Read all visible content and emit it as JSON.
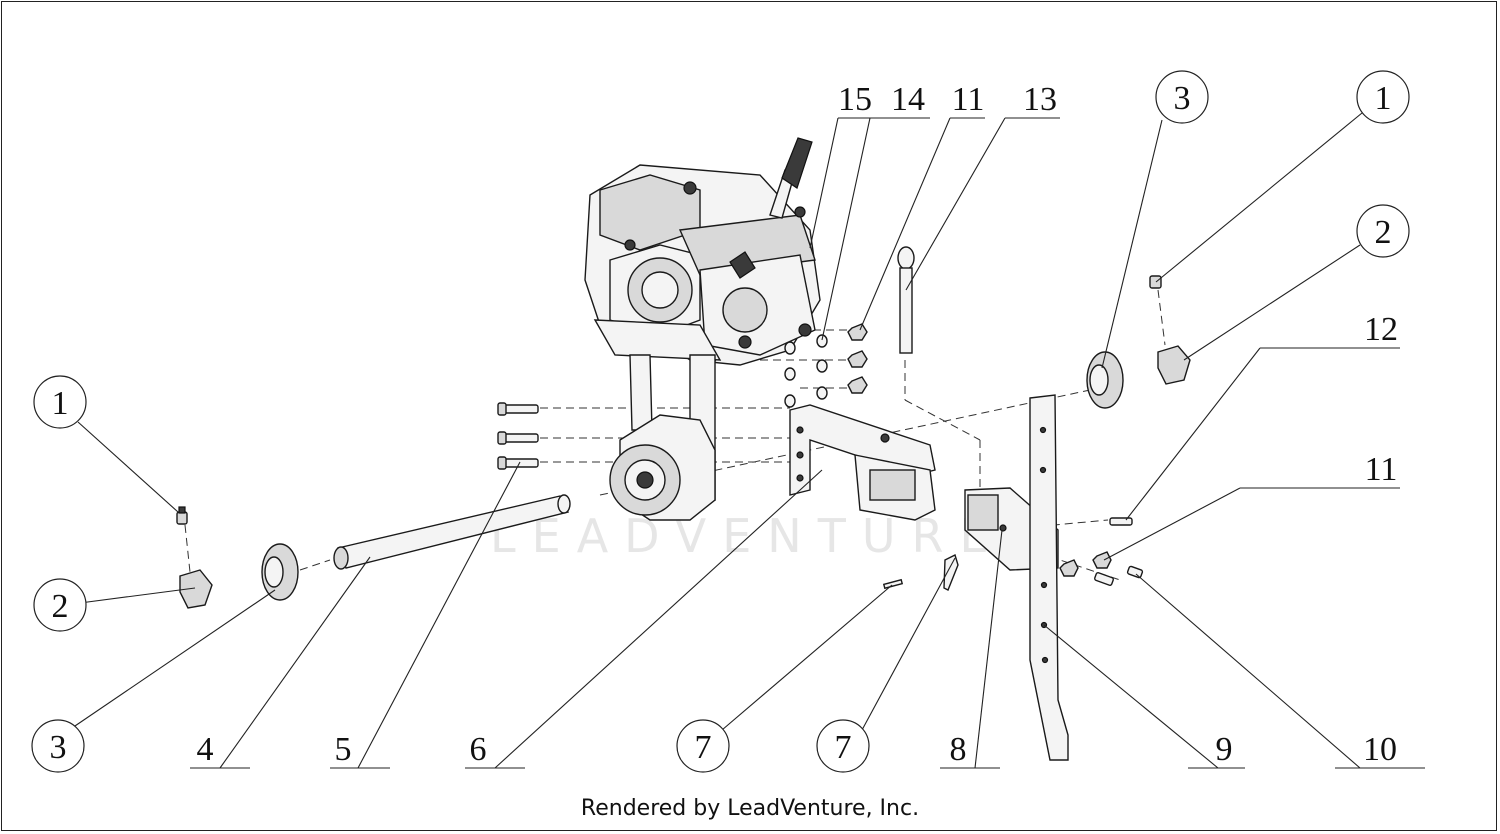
{
  "footer": {
    "credit": "Rendered by LeadVenture, Inc."
  },
  "watermark": {
    "text": "LEADVENTURE"
  },
  "callouts_circled": [
    {
      "id": "c1-left",
      "number": "1"
    },
    {
      "id": "c2-left",
      "number": "2"
    },
    {
      "id": "c3-left",
      "number": "3"
    },
    {
      "id": "c7-a",
      "number": "7"
    },
    {
      "id": "c7-b",
      "number": "7"
    },
    {
      "id": "c3-right",
      "number": "3"
    },
    {
      "id": "c1-right",
      "number": "1"
    },
    {
      "id": "c2-right",
      "number": "2"
    }
  ],
  "callouts_underlined": [
    {
      "id": "u4",
      "number": "4"
    },
    {
      "id": "u5",
      "number": "5"
    },
    {
      "id": "u6",
      "number": "6"
    },
    {
      "id": "u8",
      "number": "8"
    },
    {
      "id": "u9",
      "number": "9"
    },
    {
      "id": "u10",
      "number": "10"
    },
    {
      "id": "u11-right",
      "number": "11"
    },
    {
      "id": "u12",
      "number": "12"
    },
    {
      "id": "u15",
      "number": "15"
    },
    {
      "id": "u14",
      "number": "14"
    },
    {
      "id": "u11-top",
      "number": "11"
    },
    {
      "id": "u13",
      "number": "13"
    }
  ]
}
